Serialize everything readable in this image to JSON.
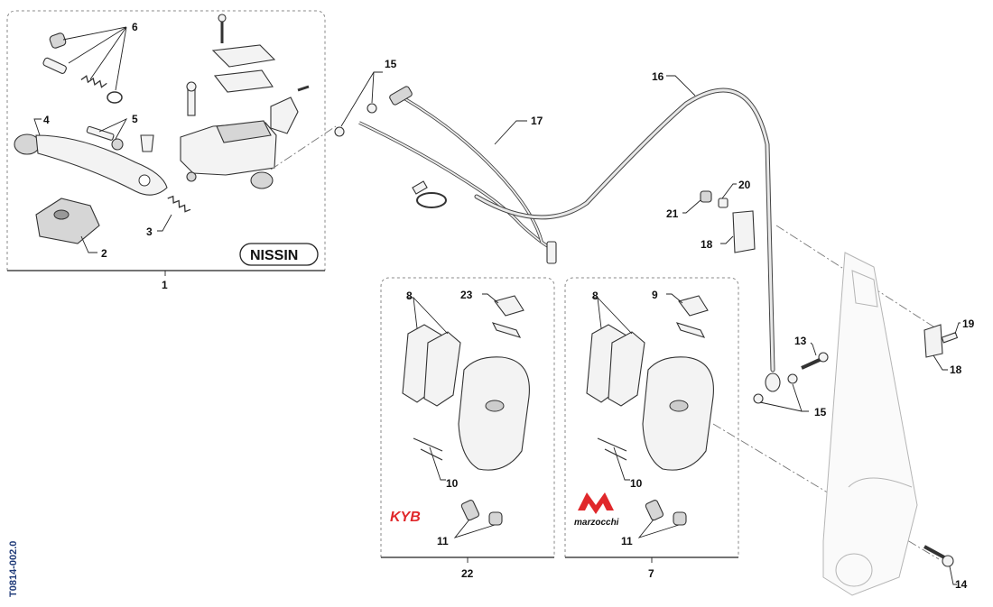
{
  "drawing_code": "T0814-002.0",
  "brands": {
    "nissin": "NISSIN",
    "kyb": "KYB",
    "marzocchi": "marzocchi"
  },
  "callouts": {
    "c1": "1",
    "c2": "2",
    "c3": "3",
    "c4": "4",
    "c5": "5",
    "c6": "6",
    "c7": "7",
    "c8a": "8",
    "c8b": "8",
    "c9": "9",
    "c10a": "10",
    "c10b": "10",
    "c11a": "11",
    "c11b": "11",
    "c13": "13",
    "c14": "14",
    "c15a": "15",
    "c15b": "15",
    "c16": "16",
    "c17": "17",
    "c18a": "18",
    "c18b": "18",
    "c19": "19",
    "c20": "20",
    "c21": "21",
    "c22": "22",
    "c23": "23"
  },
  "colors": {
    "kyb_red": "#e0282b",
    "code_blue": "#1f3a78"
  }
}
